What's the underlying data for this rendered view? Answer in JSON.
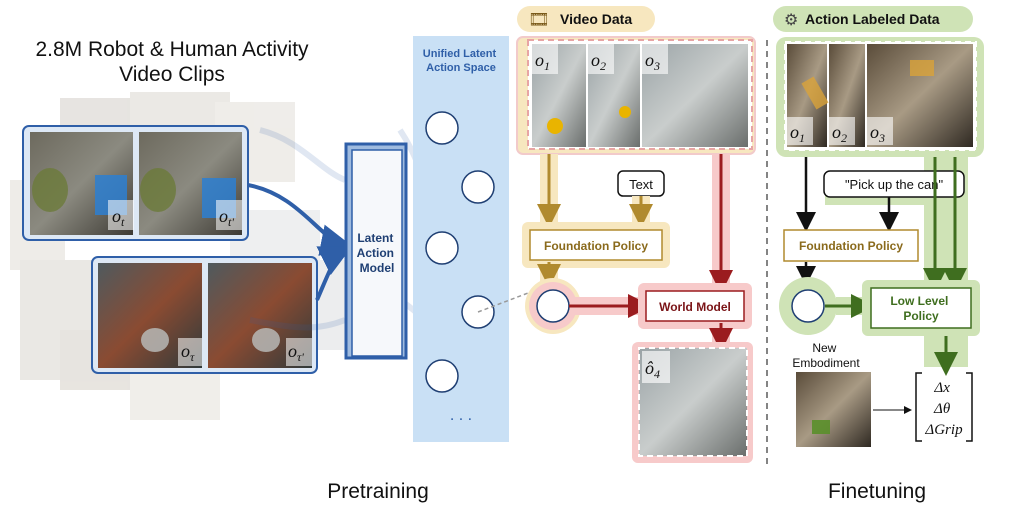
{
  "dataset_title_line1": "2.8M Robot & Human Activity",
  "dataset_title_line2": "Video Clips",
  "pair1": {
    "left": "o",
    "left_sub": "t",
    "right": "o",
    "right_sub": "t'"
  },
  "pair2": {
    "left": "o",
    "left_sub": "τ",
    "right": "o",
    "right_sub": "τ'"
  },
  "lam_label": [
    "Latent",
    "Action",
    "Model"
  ],
  "latent_space_label": [
    "Unified Latent",
    "Action Space"
  ],
  "ellipsis": ". . .",
  "video_data_title": "Video Data",
  "video_frames": [
    {
      "sym": "o",
      "sub": "1"
    },
    {
      "sym": "o",
      "sub": "2"
    },
    {
      "sym": "o",
      "sub": "3"
    }
  ],
  "text_box": "Text",
  "foundation_policy": "Foundation Policy",
  "world_model": "World Model",
  "predicted_frame": {
    "sym": "ô",
    "sub": "4"
  },
  "pretraining_label": "Pretraining",
  "action_title": "Action Labeled Data",
  "action_frames": [
    {
      "sym": "o",
      "sub": "1"
    },
    {
      "sym": "o",
      "sub": "2"
    },
    {
      "sym": "o",
      "sub": "3"
    }
  ],
  "instruction": "\"Pick up the can\"",
  "ft_foundation_policy": "Foundation Policy",
  "low_level_policy": [
    "Low Level",
    "Policy"
  ],
  "new_embodiment": "New\nEmbodiment",
  "new_embodiment_lines": [
    "New",
    "Embodiment"
  ],
  "action_vector": [
    "Δx",
    "Δθ",
    "ΔGrip"
  ],
  "finetuning_label": "Finetuning",
  "colors": {
    "blue": "#2f5fa8",
    "latent_bg": "#c9e0f5",
    "yellow_stroke": "#c9a24a",
    "yellow_bg": "#f7e7bf",
    "red_stroke": "#b3262b",
    "red_bg": "#f7caca",
    "green_stroke": "#4e7d2a",
    "green_bg": "#cfe3b6"
  }
}
